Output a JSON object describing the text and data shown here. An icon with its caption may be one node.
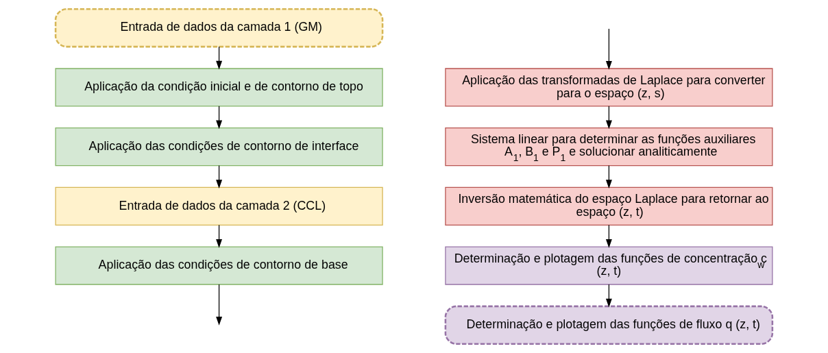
{
  "diagram": {
    "nodes": [
      {
        "text": [
          "Entrada de dados da camada 1 (GM)"
        ]
      },
      {
        "text": [
          "Aplicação da condição inicial e de contorno de topo"
        ]
      },
      {
        "text": [
          "Aplicação das condições de contorno de interface"
        ]
      },
      {
        "text": [
          "Entrada de dados da camada 2 (CCL)"
        ]
      },
      {
        "text": [
          "Aplicação das condições de contorno de base"
        ]
      },
      {
        "text": [
          "Aplicação das transformadas de Laplace para converter para o espaço (z, s)"
        ]
      },
      {
        "text": [
          "Sistema linear para determinar as funções auxiliares A$_{1}$, B$_{1}$ e P$_{1}$ e solucionar analiticamente"
        ]
      },
      {
        "text": [
          "Inversão matemática do espaço Laplace para retornar ao espaço (z, t)"
        ]
      },
      {
        "text": [
          "Determinação e plotagem das funções de concentração c$_{w}$ (z, t)"
        ]
      },
      {
        "text": [
          "Determinação e plotagem das funções de fluxo q (z, t)"
        ]
      }
    ],
    "edges": [
      {
        "from": 0,
        "to": 1,
        "arrow": "to"
      },
      {
        "from": 1,
        "to": 2,
        "arrow": "to"
      },
      {
        "from": 2,
        "to": 3,
        "arrow": "to"
      },
      {
        "from": 3,
        "to": 4,
        "arrow": "to"
      },
      {
        "from": 4,
        "to": null,
        "arrow": "to"
      },
      {
        "from": null,
        "to": 5,
        "arrow": "to"
      },
      {
        "from": 5,
        "to": 6,
        "arrow": "to"
      },
      {
        "from": 6,
        "to": 7,
        "arrow": "to"
      },
      {
        "from": 7,
        "to": 8,
        "arrow": "to"
      },
      {
        "from": 8,
        "to": 9,
        "arrow": "to"
      }
    ]
  }
}
